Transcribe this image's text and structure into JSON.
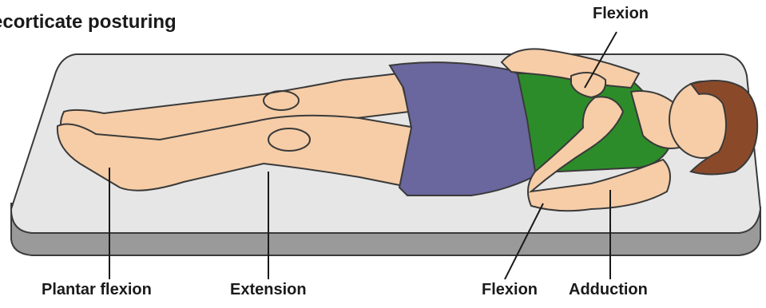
{
  "title": "ecorticate posturing",
  "labels": {
    "flexion_top": "Flexion",
    "plantar_flexion": "Plantar flexion",
    "extension": "Extension",
    "flexion_bottom": "Flexion",
    "adduction": "Adduction"
  },
  "colors": {
    "mattress_top": "#e6e6e6",
    "mattress_side": "#9a9a9a",
    "skin": "#f6cda7",
    "shorts": "#6a669e",
    "shirt": "#2d8c2a",
    "hair": "#8a4a2a",
    "outline": "#3a3a3a"
  }
}
